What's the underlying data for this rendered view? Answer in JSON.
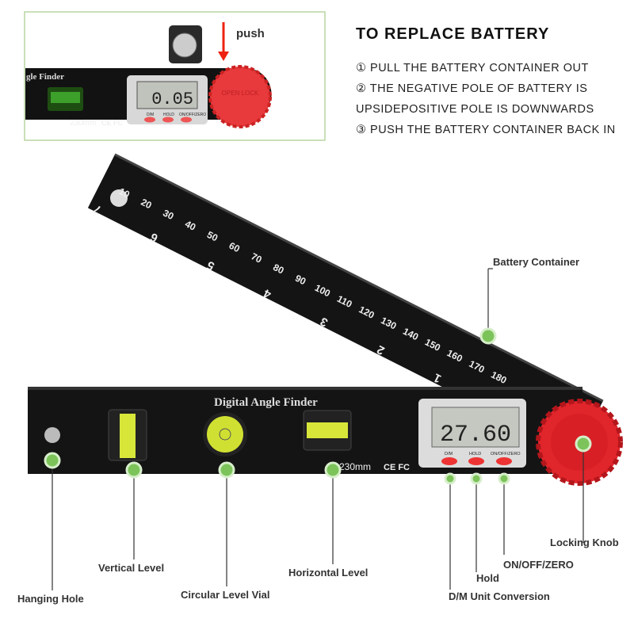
{
  "inset": {
    "push_label": "push",
    "brand_fragment": "gle Finder",
    "display_value": "0.05",
    "buttons": [
      "D/M",
      "HOLD",
      "ON/OFF/ZERO"
    ],
    "size": "230mm",
    "marks": "CE FC",
    "knob_text": "OPEN LOCK"
  },
  "instructions": {
    "title": "TO REPLACE BATTERY",
    "steps": [
      "① PULL THE BATTERY CONTAINER OUT",
      "② THE NEGATIVE POLE OF BATTERY IS",
      "UPSIDEPOSITIVE POLE IS DOWNWARDS",
      "③ PUSH THE BATTERY CONTAINER BACK IN"
    ]
  },
  "device": {
    "brand": "Digital Angle Finder",
    "display_value": "27.60",
    "buttons": [
      "D/M",
      "HOLD",
      "ON/OFF/ZERO"
    ],
    "size": "230mm",
    "marks": "CE FC",
    "ruler_numbers": [
      "10",
      "20",
      "30",
      "40",
      "50",
      "60",
      "70",
      "80",
      "90",
      "100",
      "110",
      "120",
      "130",
      "140",
      "150",
      "160",
      "170",
      "180"
    ],
    "inch_numbers": [
      "7",
      "6",
      "5",
      "4",
      "3",
      "2",
      "1"
    ]
  },
  "callouts": {
    "battery_container": "Battery Container",
    "locking_knob": "Locking Knob",
    "on_off_zero": "ON/OFF/ZERO",
    "hold": "Hold",
    "dm_unit": "D/M Unit Conversion",
    "horizontal_level": "Horizontal Level",
    "vertical_level": "Vertical Level",
    "circular_level": "Circular Level Vial",
    "hanging_hole": "Hanging Hole"
  },
  "colors": {
    "accent_green": "#7cc45a",
    "knob_red": "#e0252b",
    "body": "#141414"
  }
}
